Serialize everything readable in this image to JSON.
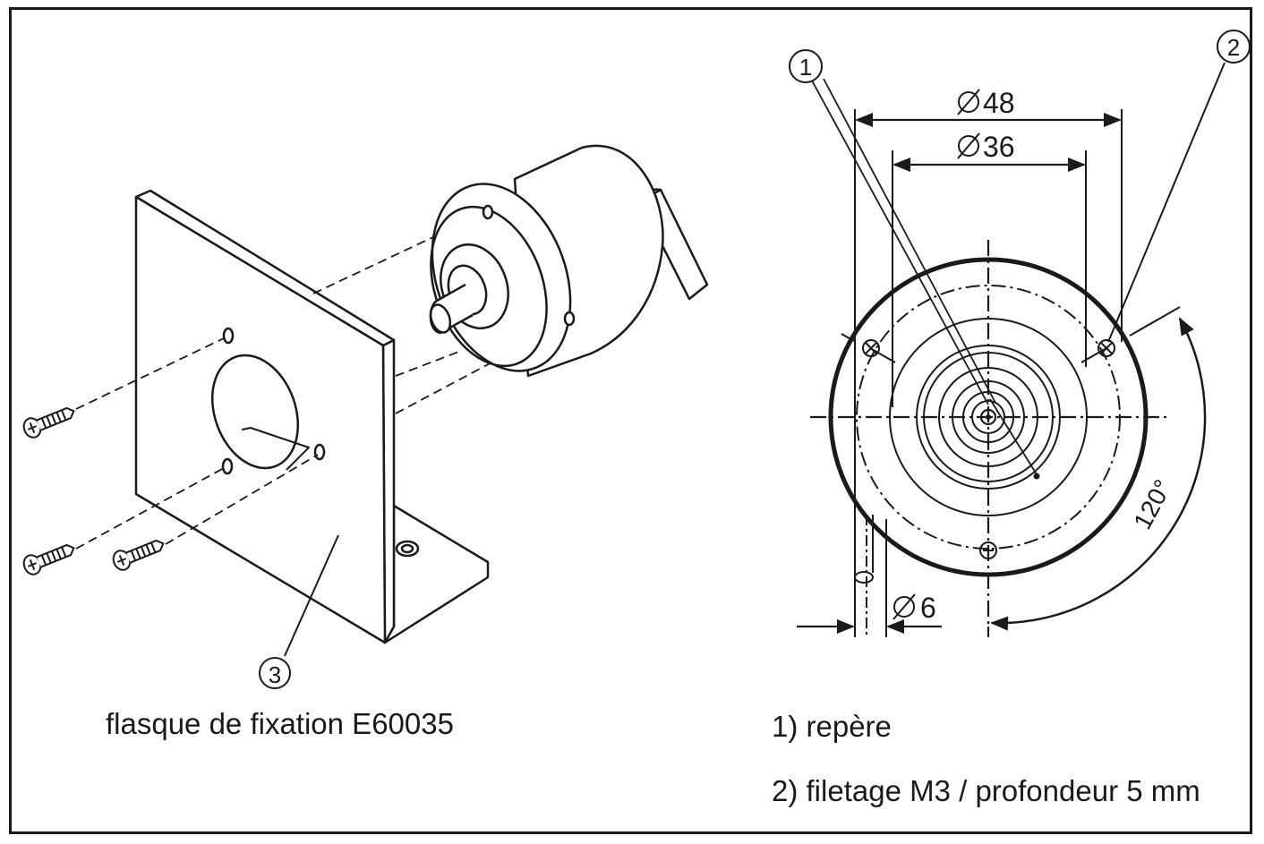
{
  "left_caption": "flasque de fixation E60035",
  "legend": {
    "item1": "1) repère",
    "item2": "2) filetage M3 / profondeur 5 mm"
  },
  "callouts": {
    "c1": "1",
    "c2": "2",
    "c3": "3"
  },
  "dimensions": {
    "d48": "48",
    "d36": "36",
    "d6": "6",
    "angle": "120°"
  }
}
